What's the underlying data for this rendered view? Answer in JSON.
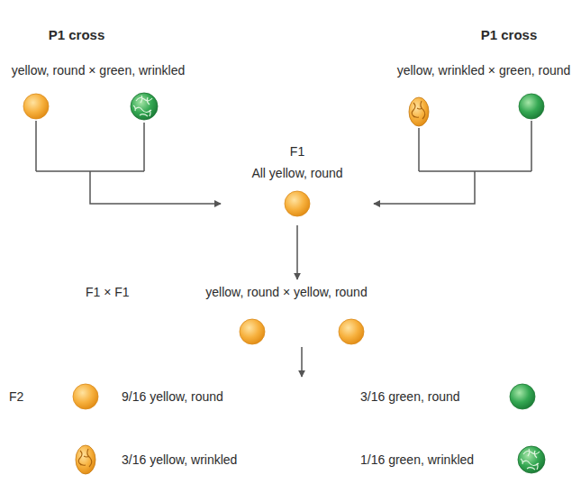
{
  "diagram": {
    "nodes": [
      {
        "text": [
          "P1 cross",
          "yellow, round × green, wrinkled"
        ]
      },
      {
        "text": [
          "P1 cross",
          "yellow, wrinkled × green, round"
        ]
      },
      {
        "text": [
          "F1",
          "All yellow, round"
        ]
      },
      {
        "text": [
          "F1 × F1",
          "yellow, round × yellow, round"
        ]
      },
      {
        "text": [
          "F2",
          "9/16 yellow, round",
          "3/16 yellow, wrinkled",
          "3/16 green, round",
          "1/16 green, wrinkled"
        ]
      }
    ],
    "edges": [
      {
        "from": 0,
        "to": 2,
        "arrow": "to"
      },
      {
        "from": 1,
        "to": 2,
        "arrow": "to"
      },
      {
        "from": 2,
        "to": 3,
        "arrow": "to"
      },
      {
        "from": 3,
        "to": 4,
        "arrow": "to"
      }
    ]
  }
}
